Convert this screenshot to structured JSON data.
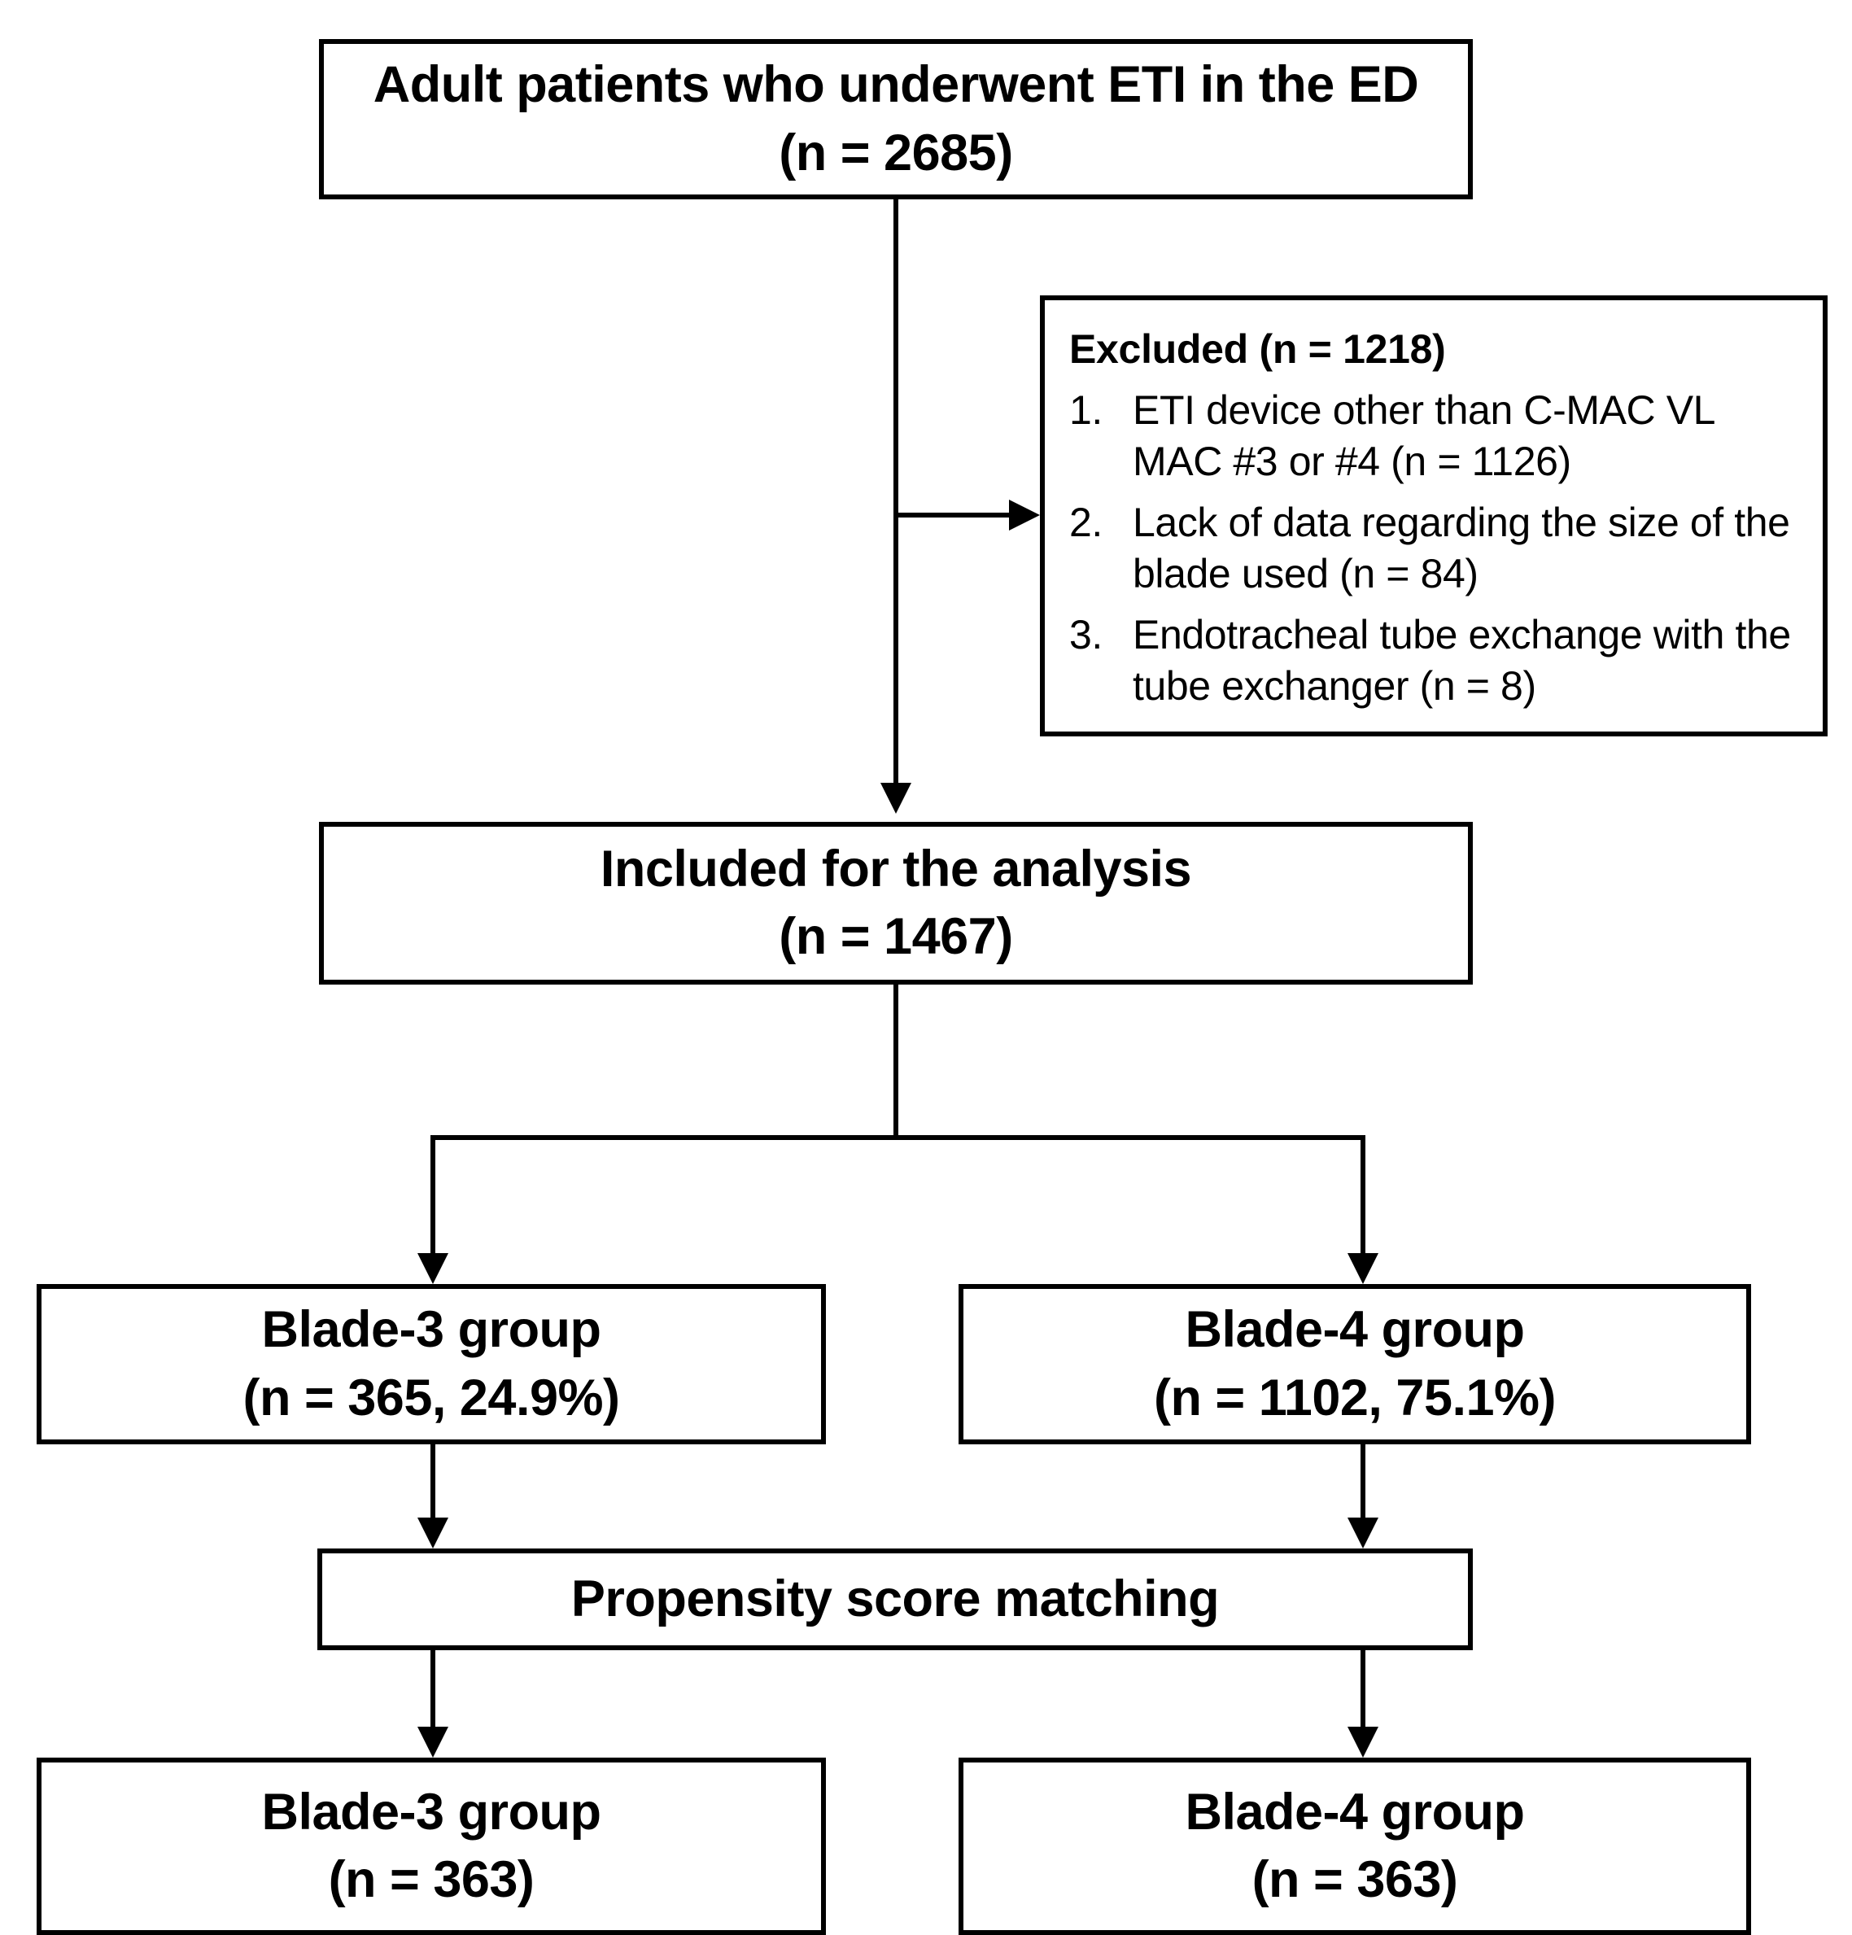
{
  "figure": {
    "type": "flowchart",
    "title": "Patient selection flow diagram"
  },
  "nodes": {
    "source": {
      "line1": "Adult patients who underwent ETI in the ED",
      "line2": "(n = 2685)"
    },
    "excluded": {
      "title": "Excluded (n = 1218)",
      "items": [
        {
          "num": "1.",
          "text": "ETI device other than C-MAC VL MAC #3 or #4 (n = 1126)"
        },
        {
          "num": "2.",
          "text": "Lack of data regarding the size of the blade used (n = 84)"
        },
        {
          "num": "3.",
          "text": "Endotracheal tube exchange with the tube exchanger (n = 8)"
        }
      ]
    },
    "included": {
      "line1": "Included for the analysis",
      "line2": "(n = 1467)"
    },
    "blade3_pre": {
      "line1": "Blade-3 group",
      "line2": "(n = 365, 24.9%)"
    },
    "blade4_pre": {
      "line1": "Blade-4 group",
      "line2": "(n = 1102, 75.1%)"
    },
    "psm": {
      "line1": "Propensity score matching"
    },
    "blade3_post": {
      "line1": "Blade-3 group",
      "line2": "(n = 363)"
    },
    "blade4_post": {
      "line1": "Blade-4 group",
      "line2": "(n = 363)"
    }
  },
  "chart_data": {
    "type": "flowchart",
    "title": "Patient selection flow diagram",
    "counts": {
      "screened": 2685,
      "excluded_total": 1218,
      "excluded_breakdown": [
        {
          "reason": "ETI device other than C-MAC VL MAC #3 or #4",
          "n": 1126
        },
        {
          "reason": "Lack of data regarding the size of the blade used",
          "n": 84
        },
        {
          "reason": "Endotracheal tube exchange with the tube exchanger",
          "n": 8
        }
      ],
      "included": 1467,
      "blade3_pre": 365,
      "blade3_pre_pct": 24.9,
      "blade4_pre": 1102,
      "blade4_pre_pct": 75.1,
      "blade3_post": 363,
      "blade4_post": 363
    }
  },
  "style": {
    "stroke": "#000000",
    "fill": "#ffffff"
  }
}
